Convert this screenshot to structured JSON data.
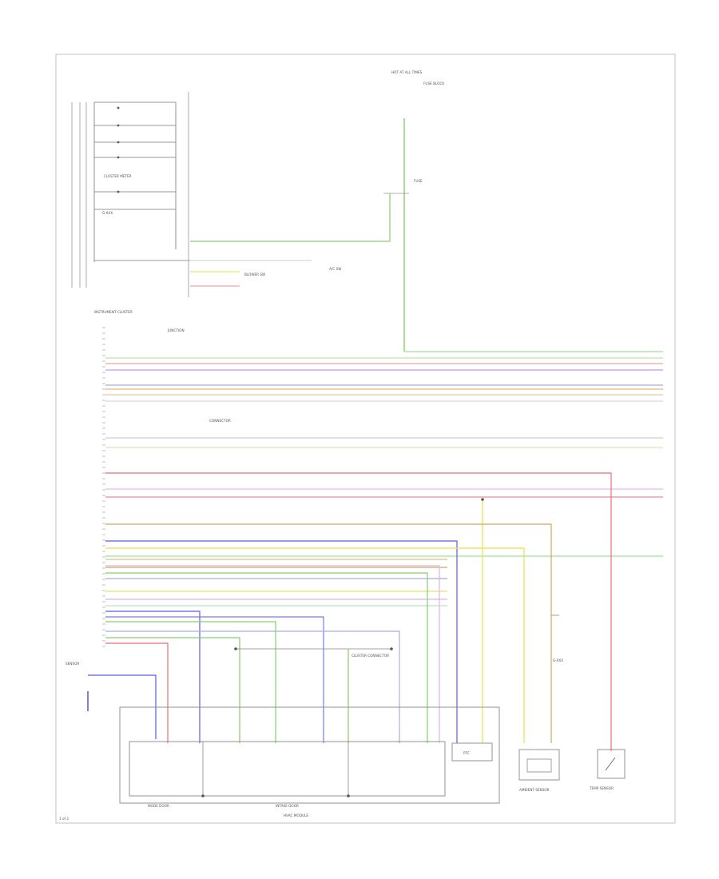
{
  "labels": {
    "top_source": "HOT AT ALL TIMES",
    "fuse_top": "FUSE BLOCK",
    "fuse_mid": "FUSE",
    "instrument_cluster": "INSTRUMENT CLUSTER",
    "cluster_inner": "CLUSTER METER",
    "ground_small": "G-XXX",
    "blower_sw": "BLOWER SW",
    "ac_sw": "A/C SW",
    "junction": "JUNCTION",
    "connector_lower": "CONNECTOR",
    "mode_door": "MODE DOOR",
    "intake_door": "INTAKE DOOR",
    "ptc": "PTC",
    "amb_sensor": "AMBIENT SENSOR",
    "temp_sensor": "TEMP SENSOR",
    "ground_label": "G-XXX",
    "module_block": "HVAC MODULE",
    "cluster_connector": "CLUSTER CONNECTOR",
    "left_sensor": "SENSOR",
    "footer_left": "1 of 2"
  },
  "wires": [
    {
      "color": "#b9e6a8"
    },
    {
      "color": "#f2a0a6"
    },
    {
      "color": "#c69ad9"
    },
    {
      "color": "#a7a7f0"
    },
    {
      "color": "#f4b37a"
    },
    {
      "color": "#f7c795"
    },
    {
      "color": "#d9d9d9"
    },
    {
      "color": "#cfcfcf"
    },
    {
      "color": "#cfeeb0"
    },
    {
      "color": "#f2b8f0"
    },
    {
      "color": "#f08a93"
    },
    {
      "color": "#9ee29b"
    },
    {
      "color": "#d8c48e"
    },
    {
      "color": "#d3a65e"
    },
    {
      "color": "#a9a9ef"
    },
    {
      "color": "#e6e06a"
    },
    {
      "color": "#d8b4f0"
    },
    {
      "color": "#b8e8b8"
    }
  ],
  "colors": {
    "frame": "#bdbdbd",
    "line": "#808080",
    "dark": "#4a4a4a",
    "green": "#86cf6e",
    "red": "#ef6b76",
    "blue": "#5b5bf0",
    "yellow": "#e5e24a",
    "orange": "#f1a35c"
  }
}
